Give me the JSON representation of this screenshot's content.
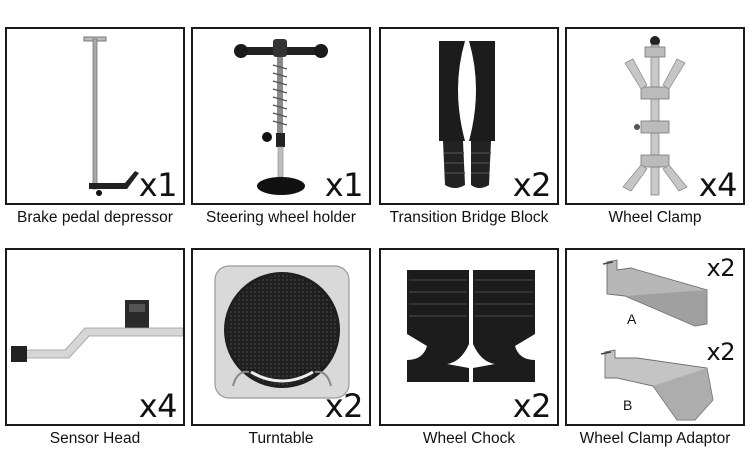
{
  "items": [
    {
      "label": "Brake pedal depressor",
      "qty": "x1"
    },
    {
      "label": "Steering wheel holder",
      "qty": "x1"
    },
    {
      "label": "Transition Bridge Block",
      "qty": "x2"
    },
    {
      "label": "Wheel Clamp",
      "qty": "x4"
    },
    {
      "label": "Sensor Head",
      "qty": "x4"
    },
    {
      "label": "Turntable",
      "qty": "x2"
    },
    {
      "label": "Wheel Chock",
      "qty": "x2"
    },
    {
      "label": "Wheel Clamp Adaptor",
      "qty_a": "x2",
      "qty_b": "x2",
      "part_a": "A",
      "part_b": "B"
    }
  ]
}
